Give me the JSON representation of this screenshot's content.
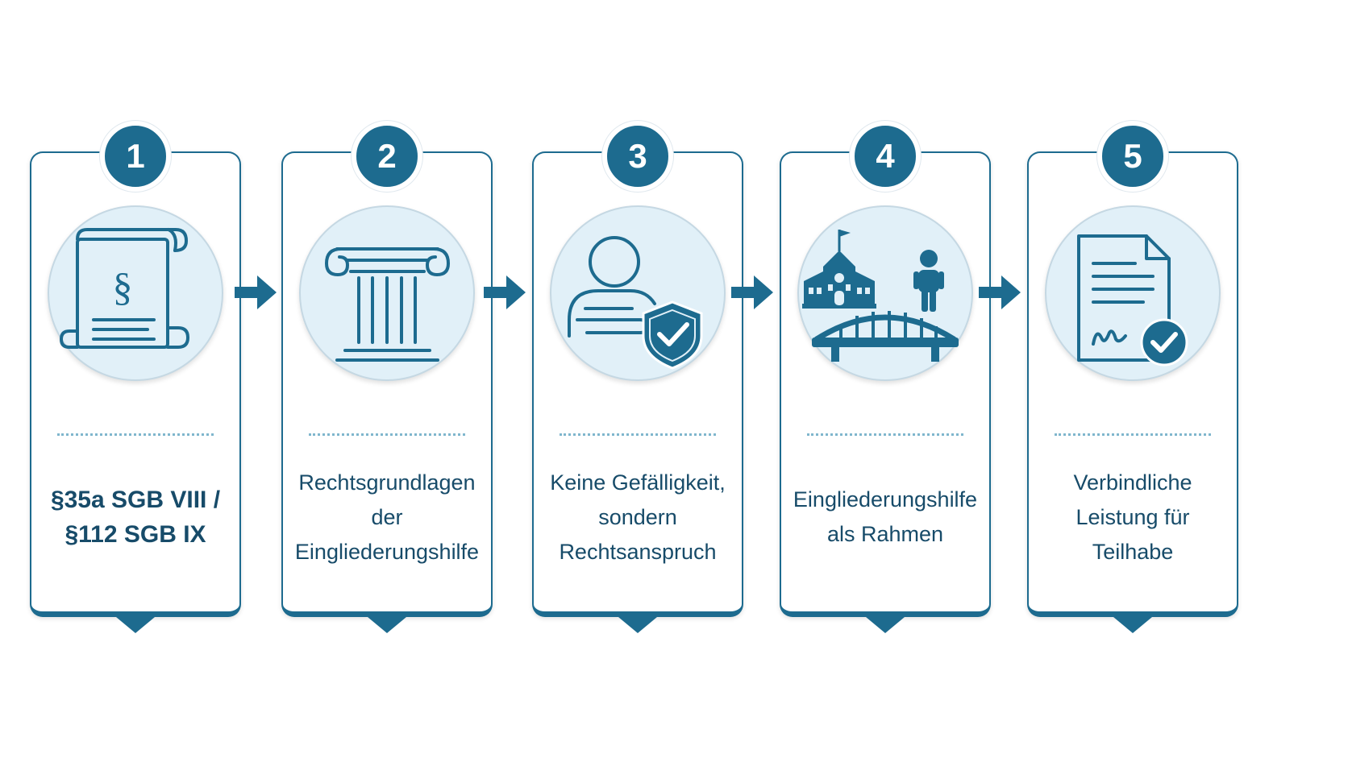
{
  "steps": [
    {
      "number": "1",
      "icon": "scroll-paragraph-icon",
      "label": "§35a SGB VIII /\n§112 SGB IX"
    },
    {
      "number": "2",
      "icon": "column-pillar-icon",
      "label": "Rechtsgrundlagen\nder\nEingliederungshilfe"
    },
    {
      "number": "3",
      "icon": "person-shield-check-icon",
      "label": "Keine Gefälligkeit,\nsondern\nRechtsanspruch"
    },
    {
      "number": "4",
      "icon": "school-bridge-child-icon",
      "label": "Eingliederungshilfe\nals Rahmen"
    },
    {
      "number": "5",
      "icon": "document-signature-check-icon",
      "label": "Verbindliche\nLeistung für\nTeilhabe"
    }
  ],
  "colors": {
    "primary": "#1d6b8f",
    "icon_bg": "#e1f0f8",
    "text": "#174b69"
  }
}
